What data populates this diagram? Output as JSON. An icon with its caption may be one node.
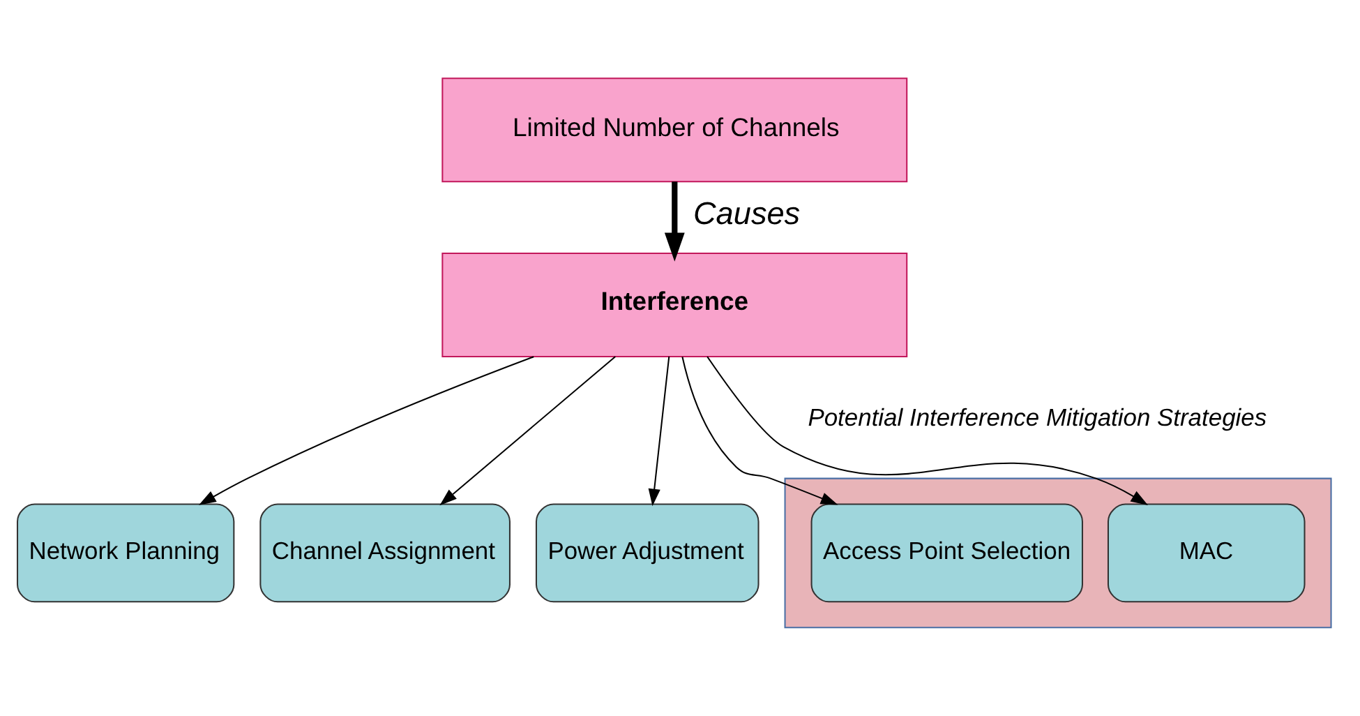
{
  "diagram": {
    "nodes": [
      {
        "text": [
          "Limited Number of Channels"
        ]
      },
      {
        "text": [
          "Interference"
        ]
      },
      {
        "text": [
          "Network Planning"
        ]
      },
      {
        "text": [
          "Channel Assignment"
        ]
      },
      {
        "text": [
          "Power Adjustment"
        ]
      },
      {
        "text": [],
        "shape": "box"
      },
      {
        "text": [
          "Access Point Selection"
        ],
        "in": 5
      },
      {
        "text": [
          "MAC"
        ],
        "in": 5
      }
    ],
    "edges": [
      {
        "from": 0,
        "to": 1,
        "arrow": "to",
        "label": "Causes",
        "style": "thick"
      },
      {
        "from": 1,
        "to": 2,
        "arrow": "to"
      },
      {
        "from": 1,
        "to": 3,
        "arrow": "to"
      },
      {
        "from": 1,
        "to": 4,
        "arrow": "to"
      },
      {
        "from": 1,
        "to": 6,
        "arrow": "to"
      },
      {
        "from": 1,
        "to": 7,
        "arrow": "to"
      }
    ],
    "labels": [
      "Potential Interference Mitigation Strategies"
    ]
  }
}
